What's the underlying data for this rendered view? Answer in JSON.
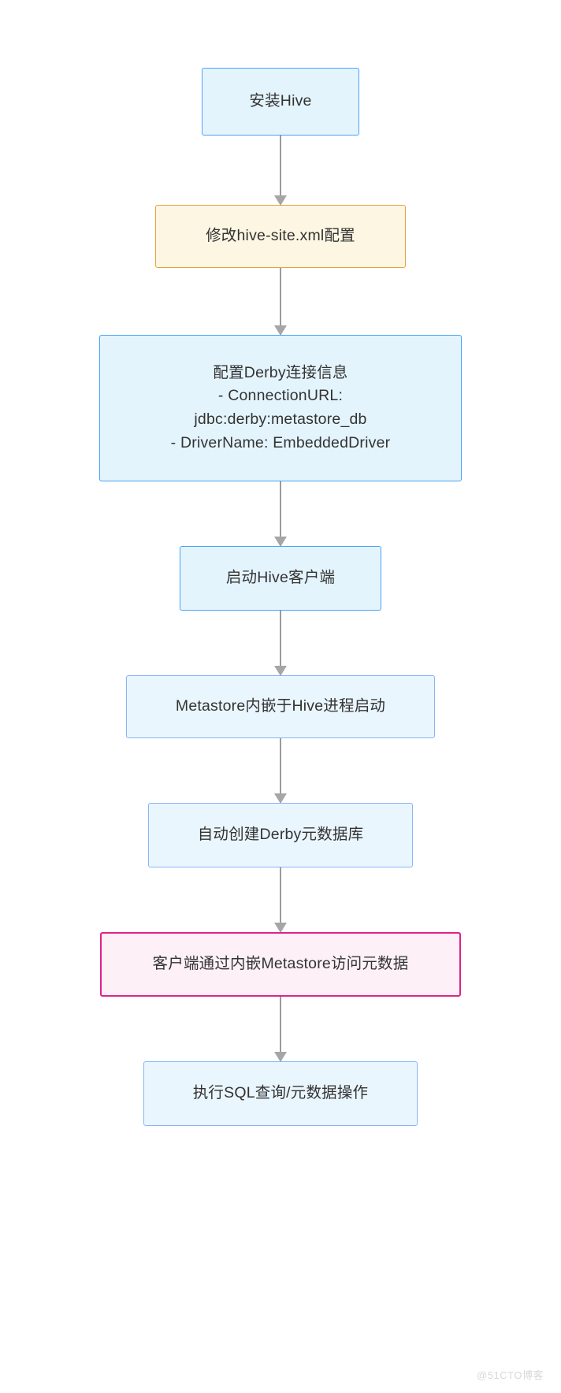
{
  "diagram": {
    "type": "flowchart",
    "orientation": "top-to-bottom",
    "watermark": "@51CTO博客",
    "colors": {
      "blue_fill": "#e4f4fd",
      "blue_border": "#4aa3f5",
      "blue_soft_fill": "#eaf6fe",
      "blue_soft_border": "#86b6f2",
      "amber_fill": "#fdf6e3",
      "amber_border": "#e8a33d",
      "pink_fill": "#fdf0f7",
      "pink_border": "#e0218a",
      "arrow": "#9b9b9b",
      "text": "#333333",
      "background": "#ffffff"
    },
    "nodes": [
      {
        "id": "n1",
        "label": "安装Hive",
        "style": "blue"
      },
      {
        "id": "n2",
        "label": "修改hive-site.xml配置",
        "style": "amber"
      },
      {
        "id": "n3",
        "style": "blue",
        "lines": [
          "配置Derby连接信息",
          "- ConnectionURL:",
          "jdbc:derby:metastore_db",
          "- DriverName: EmbeddedDriver"
        ]
      },
      {
        "id": "n4",
        "label": "启动Hive客户端",
        "style": "blue"
      },
      {
        "id": "n5",
        "label": "Metastore内嵌于Hive进程启动",
        "style": "blue-soft"
      },
      {
        "id": "n6",
        "label": "自动创建Derby元数据库",
        "style": "blue-soft"
      },
      {
        "id": "n7",
        "label": "客户端通过内嵌Metastore访问元数据",
        "style": "pink"
      },
      {
        "id": "n8",
        "label": "执行SQL查询/元数据操作",
        "style": "blue-soft"
      }
    ],
    "edges": [
      {
        "from": "n1",
        "to": "n2"
      },
      {
        "from": "n2",
        "to": "n3"
      },
      {
        "from": "n3",
        "to": "n4"
      },
      {
        "from": "n4",
        "to": "n5"
      },
      {
        "from": "n5",
        "to": "n6"
      },
      {
        "from": "n6",
        "to": "n7"
      },
      {
        "from": "n7",
        "to": "n8"
      }
    ]
  }
}
